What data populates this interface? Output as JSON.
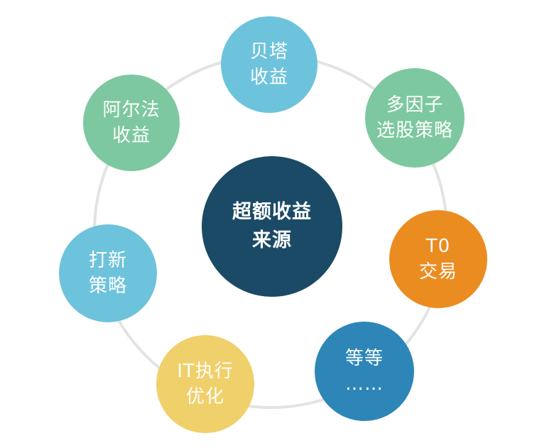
{
  "diagram": {
    "center": {
      "lines": [
        "超额收益",
        "来源"
      ],
      "color": "#1b4a66"
    },
    "nodes": [
      {
        "id": "beta",
        "lines": [
          "贝塔",
          "收益"
        ],
        "color": "#6ec3dc"
      },
      {
        "id": "multi",
        "lines": [
          "多因子",
          "选股策略"
        ],
        "color": "#7dc8a0"
      },
      {
        "id": "t0",
        "lines": [
          "T0",
          "交易"
        ],
        "color": "#eb8c21"
      },
      {
        "id": "etc",
        "lines": [
          "等等",
          "……"
        ],
        "color": "#2e86b8"
      },
      {
        "id": "it",
        "lines": [
          "IT执行",
          "优化"
        ],
        "color": "#f0d06a"
      },
      {
        "id": "ipo",
        "lines": [
          "打新",
          "策略"
        ],
        "color": "#6ec3dc"
      },
      {
        "id": "alpha",
        "lines": [
          "阿尔法",
          "收益"
        ],
        "color": "#7dc8a0"
      }
    ],
    "ring_color": "#e3e3e3",
    "text_color": "#ffffff"
  }
}
